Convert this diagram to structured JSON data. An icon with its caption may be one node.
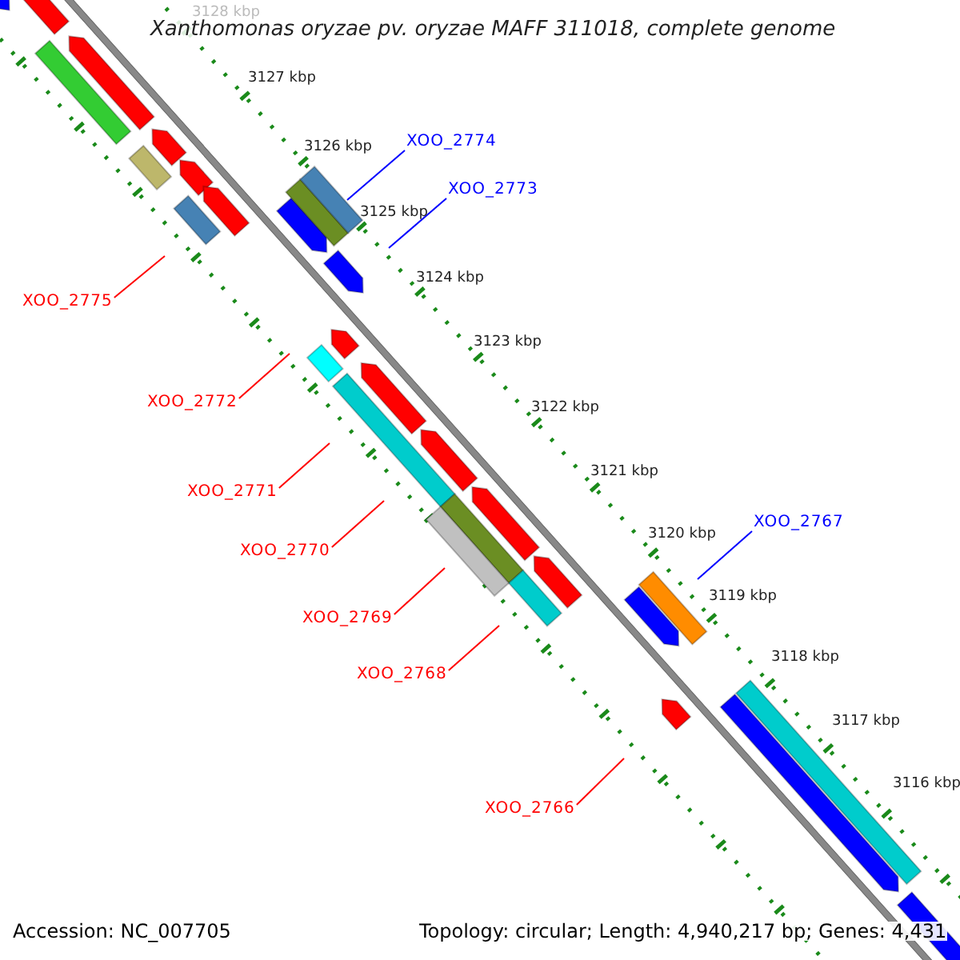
{
  "diagram": {
    "title": "Xanthomonas oryzae pv. oryzae MAFF 311018, complete genome",
    "nodes": [
      {
        "text": [
          "XOO_2774"
        ]
      },
      {
        "text": [
          "XOO_2773"
        ]
      },
      {
        "text": [
          "XOO_2775"
        ]
      },
      {
        "text": [
          "XOO_2772"
        ]
      },
      {
        "text": [
          "XOO_2771"
        ]
      },
      {
        "text": [
          "XOO_2770"
        ]
      },
      {
        "text": [
          "XOO_2769"
        ]
      },
      {
        "text": [
          "XOO_2768"
        ]
      },
      {
        "text": [
          "XOO_2767"
        ]
      },
      {
        "text": [
          "XOO_2766"
        ]
      }
    ],
    "edges": [
      {
        "from": 0,
        "to": null,
        "arrow": "none",
        "color": "#0000ff"
      },
      {
        "from": 1,
        "to": null,
        "arrow": "none",
        "color": "#0000ff"
      },
      {
        "from": 2,
        "to": null,
        "arrow": "none"
      },
      {
        "from": 3,
        "to": null,
        "arrow": "none"
      },
      {
        "from": 4,
        "to": null,
        "arrow": "none"
      },
      {
        "from": 5,
        "to": null,
        "arrow": "none"
      },
      {
        "from": 6,
        "to": null,
        "arrow": "none"
      },
      {
        "from": 7,
        "to": null,
        "arrow": "none"
      },
      {
        "from": 8,
        "to": null,
        "arrow": "none",
        "color": "#0000ff"
      },
      {
        "from": 9,
        "to": null,
        "arrow": "none"
      }
    ],
    "labels": [
      "3128 kbp",
      "3127 kbp",
      "3126 kbp",
      "3125 kbp",
      "3124 kbp",
      "3123 kbp",
      "3122 kbp",
      "3121 kbp",
      "3120 kbp",
      "3119 kbp",
      "3118 kbp",
      "3117 kbp",
      "3116 kbp",
      "Accession: NC_007705",
      "Topology: circular; Length: 4,940,217 bp; Genes: 4,431"
    ]
  }
}
